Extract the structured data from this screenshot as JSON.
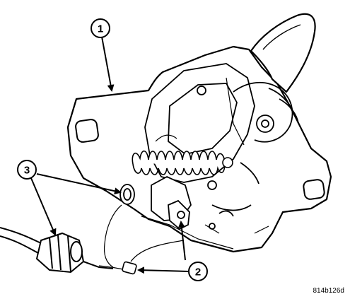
{
  "callouts": [
    {
      "id": "callout-1",
      "label": "1"
    },
    {
      "id": "callout-2",
      "label": "2"
    },
    {
      "id": "callout-3",
      "label": "3"
    }
  ],
  "figure_code": "814b126d"
}
